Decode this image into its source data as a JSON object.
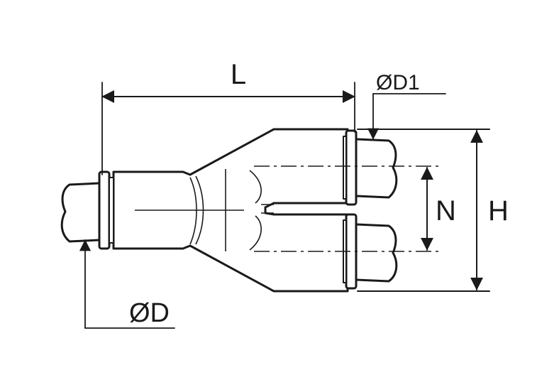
{
  "labels": {
    "length": "L",
    "tube_diameter_inlet": "ØD",
    "tube_diameter_outlet": "ØD1",
    "outlet_spacing": "N",
    "overall_height": "H"
  },
  "colors": {
    "line": "#1a1a1a",
    "background": "#ffffff"
  }
}
